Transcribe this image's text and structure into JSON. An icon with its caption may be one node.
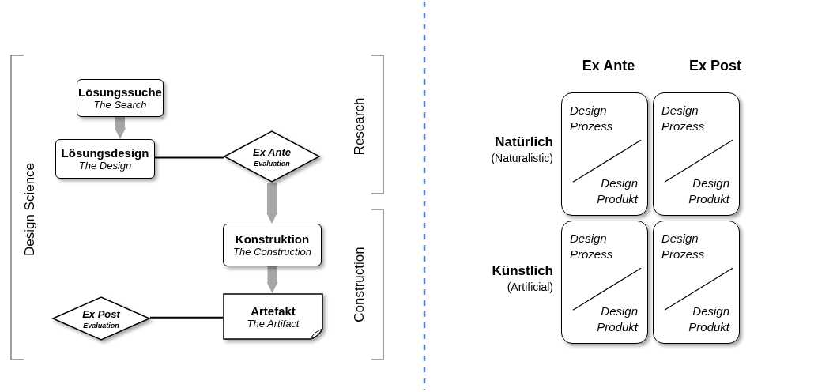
{
  "diagram": {
    "nodes": [
      {
        "text": [
          "Lösungssuche",
          "The Search"
        ]
      },
      {
        "text": [
          "Lösungsdesign",
          "The Design"
        ]
      },
      {
        "text": [
          "Ex Ante",
          "Evaluation"
        ]
      },
      {
        "text": [
          "Konstruktion",
          "The Construction"
        ]
      },
      {
        "text": [
          "Artefakt",
          "The Artifact"
        ]
      },
      {
        "text": [
          "Ex Post",
          "Evaluation"
        ]
      },
      {
        "text": [
          "Design Prozess",
          "Design Produkt"
        ]
      },
      {
        "text": [
          "Design Prozess",
          "Design Produkt"
        ]
      },
      {
        "text": [
          "Design Prozess",
          "Design Produkt"
        ]
      },
      {
        "text": [
          "Design Prozess",
          "Design Produkt"
        ]
      }
    ],
    "edges": [
      {
        "from": 0,
        "to": 1,
        "arrow": "to"
      },
      {
        "from": 1,
        "to": 2,
        "arrow": "none",
        "color": "#000000"
      },
      {
        "from": 2,
        "to": 3,
        "arrow": "to"
      },
      {
        "from": 3,
        "to": 4,
        "arrow": "to"
      },
      {
        "from": 4,
        "to": 5,
        "arrow": "none",
        "color": "#000000"
      }
    ],
    "labels": [
      "Design Science",
      "Research",
      "Construction",
      "Ex Ante",
      "Ex Post",
      "Natürlich",
      "(Naturalistic)",
      "Künstlich",
      "(Artificial)"
    ]
  }
}
